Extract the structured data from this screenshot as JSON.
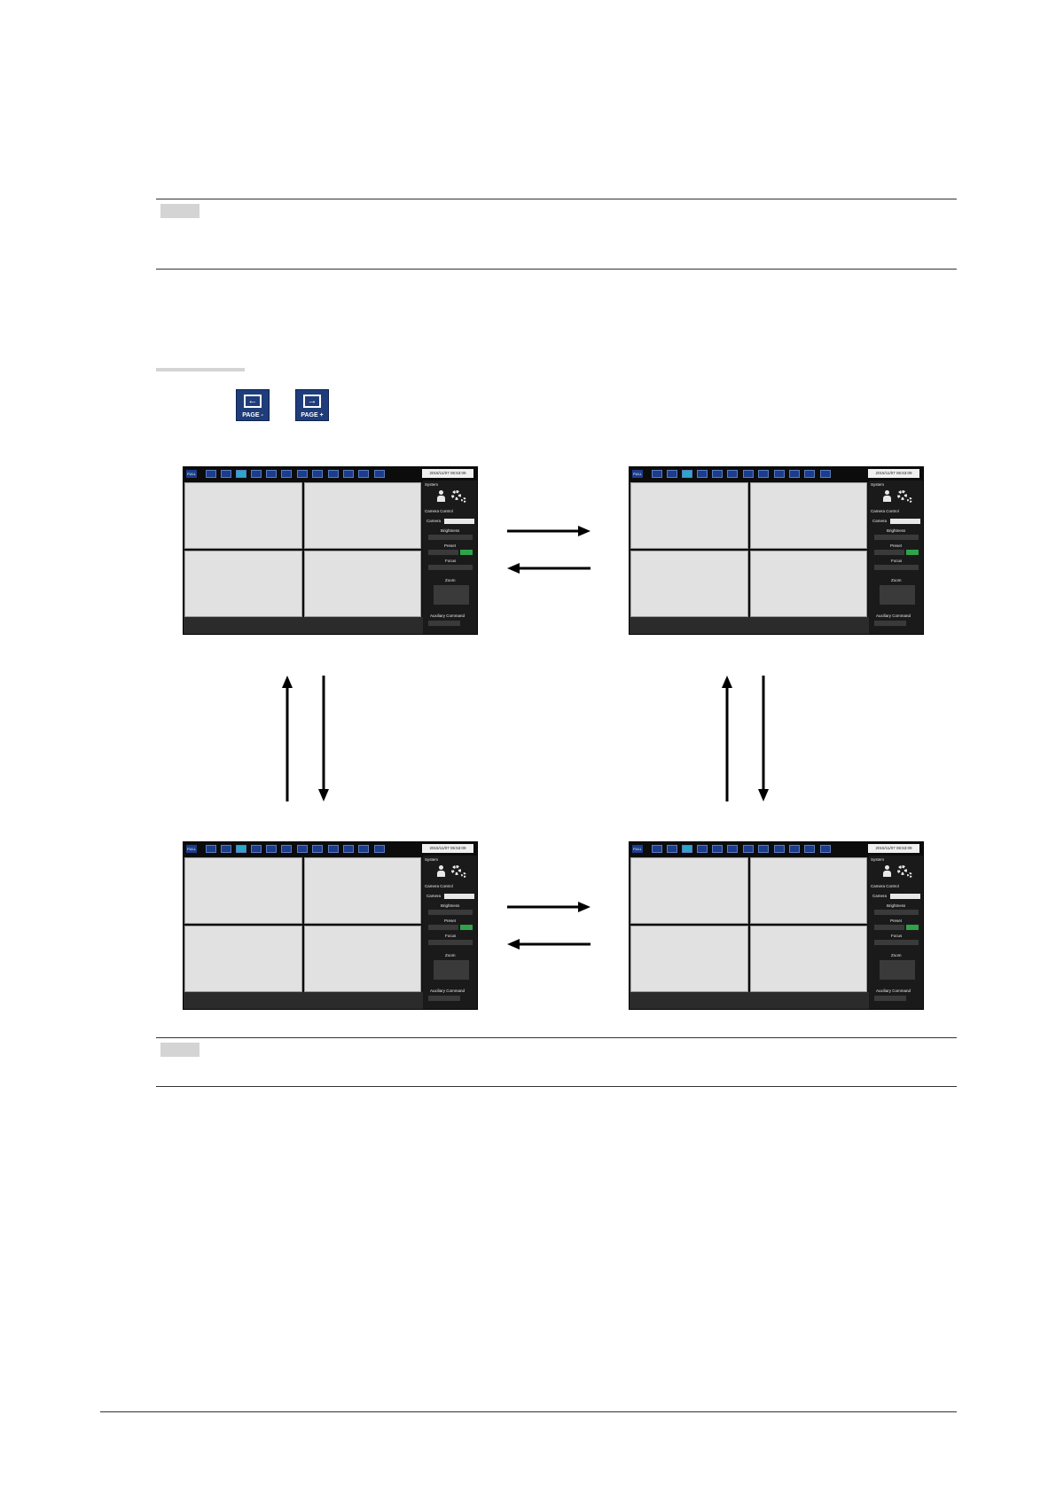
{
  "page_buttons": [
    {
      "label": "PAGE -",
      "icon": "arrow-left-icon"
    },
    {
      "label": "PAGE +",
      "icon": "arrow-right-icon"
    }
  ],
  "screens": [
    {
      "full": "FULL",
      "timestamp": "2015/11/07 06:53:09",
      "system": "System",
      "camera_control": "Camera Control",
      "camera": "Camera",
      "brightness": "Brightness",
      "preset": "Preset",
      "focus": "Focus",
      "zoom": "Zoom",
      "auxiliary": "Auxiliary Command"
    },
    {
      "full": "FULL",
      "timestamp": "2015/11/07 06:53:09",
      "system": "System",
      "camera_control": "Camera Control",
      "camera": "Camera",
      "brightness": "Brightness",
      "preset": "Preset",
      "focus": "Focus",
      "zoom": "Zoom",
      "auxiliary": "Auxiliary Command"
    },
    {
      "full": "FULL",
      "timestamp": "2015/11/07 06:53:09",
      "system": "System",
      "camera_control": "Camera Control",
      "camera": "Camera",
      "brightness": "Brightness",
      "preset": "Preset",
      "focus": "Focus",
      "zoom": "Zoom",
      "auxiliary": "Auxiliary Command"
    },
    {
      "full": "FULL",
      "timestamp": "2015/11/07 06:53:09",
      "system": "System",
      "camera_control": "Camera Control",
      "camera": "Camera",
      "brightness": "Brightness",
      "preset": "Preset",
      "focus": "Focus",
      "zoom": "Zoom",
      "auxiliary": "Auxiliary Command"
    }
  ],
  "colors": {
    "button_blue": "#1f3d7a",
    "active_layout": "#2aa7c9",
    "note_tab": "#d4d4d4",
    "preset_green": "#2fa24a"
  }
}
